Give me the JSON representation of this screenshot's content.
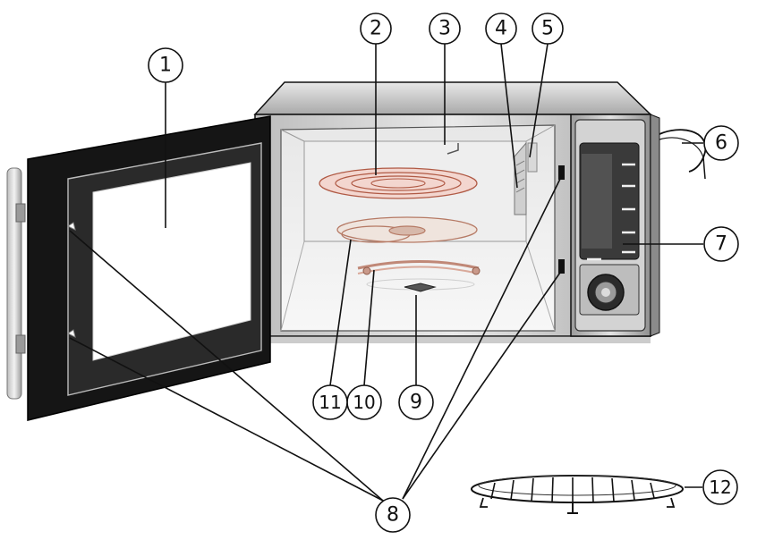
{
  "callouts": [
    {
      "id": "1",
      "name": "callout-1",
      "part": "door window"
    },
    {
      "id": "2",
      "name": "callout-2",
      "part": "grill element"
    },
    {
      "id": "3",
      "name": "callout-3",
      "part": "interior lamp"
    },
    {
      "id": "4",
      "name": "callout-4",
      "part": "waveguide cover"
    },
    {
      "id": "5",
      "name": "callout-5",
      "part": "vent"
    },
    {
      "id": "6",
      "name": "callout-6",
      "part": "power cord"
    },
    {
      "id": "7",
      "name": "callout-7",
      "part": "control panel"
    },
    {
      "id": "8",
      "name": "callout-8",
      "part": "door latches"
    },
    {
      "id": "9",
      "name": "callout-9",
      "part": "turntable drive"
    },
    {
      "id": "10",
      "name": "callout-10",
      "part": "roller ring"
    },
    {
      "id": "11",
      "name": "callout-11",
      "part": "glass turntable"
    },
    {
      "id": "12",
      "name": "callout-12",
      "part": "grill rack"
    }
  ],
  "colors": {
    "outline": "#111111",
    "door_frame": "#151515",
    "steel_light": "#dcdcdc",
    "steel_mid": "#b9b9b9",
    "steel_dark": "#8e8e8e",
    "cavity": "#f2f2f2",
    "display": "#3a3a3a",
    "control_strip": "#e9e9e9"
  }
}
